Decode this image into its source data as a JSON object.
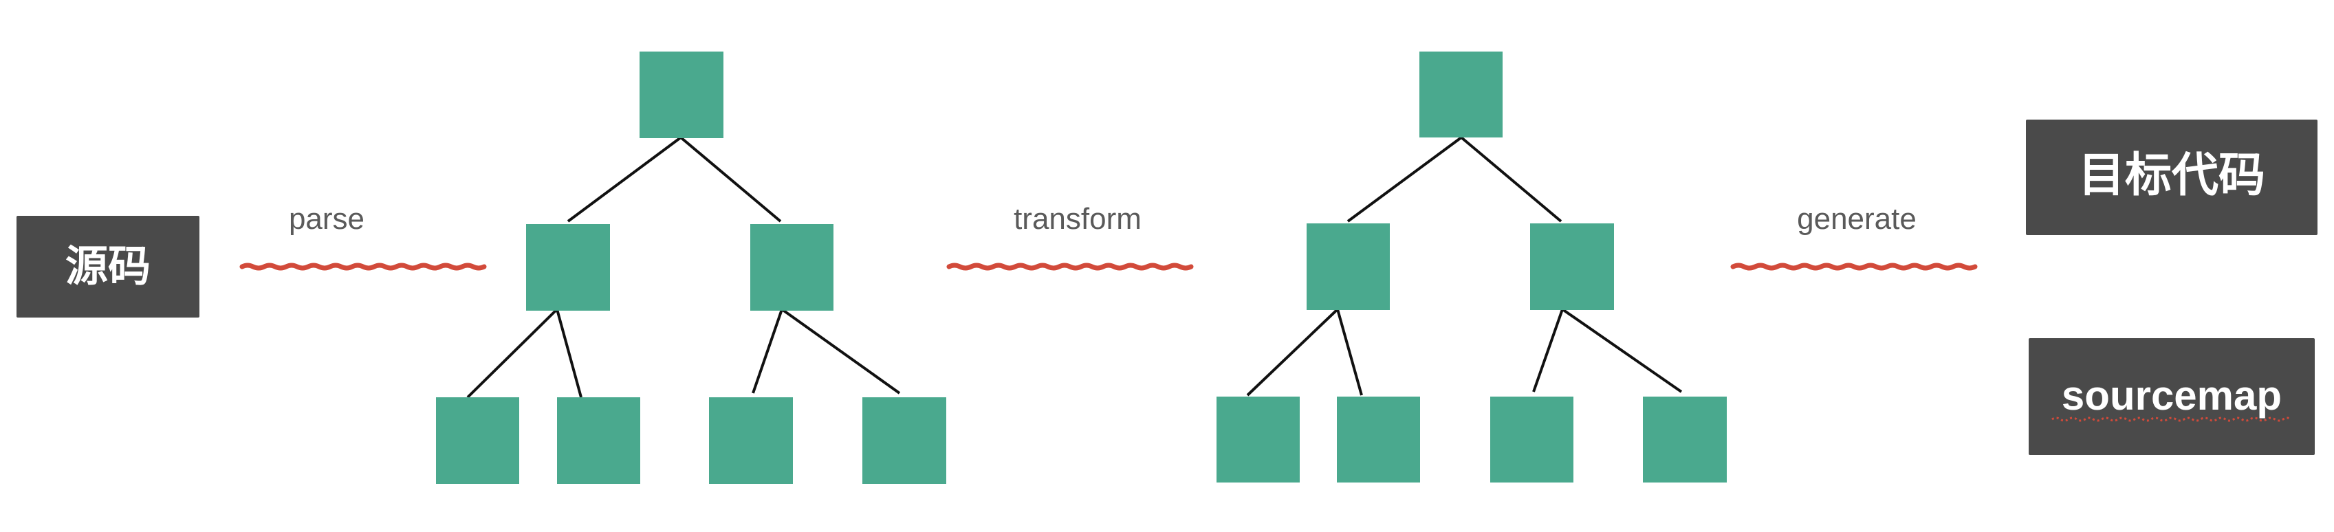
{
  "source_box": {
    "label": "源码"
  },
  "steps": [
    {
      "label": "parse"
    },
    {
      "label": "transform"
    },
    {
      "label": "generate"
    }
  ],
  "outputs": [
    {
      "label": "目标代码"
    },
    {
      "label": "sourcemap"
    }
  ],
  "colors": {
    "node": "#4aa98e",
    "dark_box": "#4a4a4a",
    "box_text": "#ffffff",
    "step_text": "#5a5a5a",
    "arrow_line": "#d24a3a",
    "edge": "#111111"
  }
}
